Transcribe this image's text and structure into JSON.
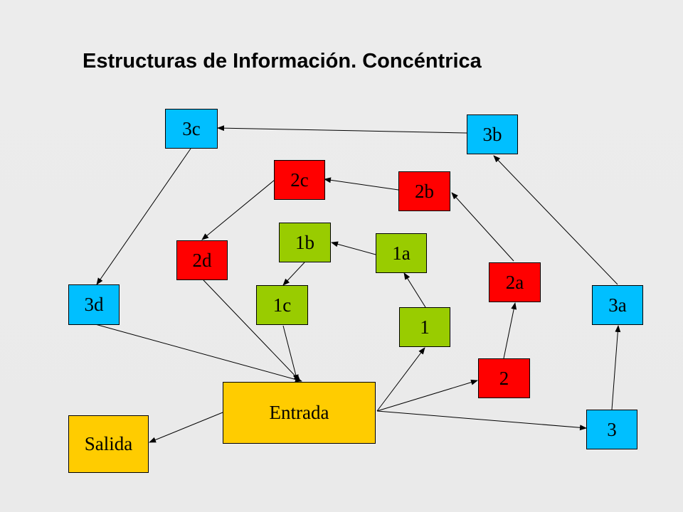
{
  "title": "Estructuras de Información. Concéntrica",
  "colors": {
    "blue": "#00bfff",
    "red": "#ff0000",
    "green": "#99cc00",
    "yellow": "#ffcc00",
    "arrow": "#000000"
  },
  "nodes": {
    "entrada": {
      "label": "Entrada",
      "color": "yellow"
    },
    "salida": {
      "label": "Salida",
      "color": "yellow"
    },
    "n1": {
      "label": "1",
      "color": "green"
    },
    "n1a": {
      "label": "1a",
      "color": "green"
    },
    "n1b": {
      "label": "1b",
      "color": "green"
    },
    "n1c": {
      "label": "1c",
      "color": "green"
    },
    "n2": {
      "label": "2",
      "color": "red"
    },
    "n2a": {
      "label": "2a",
      "color": "red"
    },
    "n2b": {
      "label": "2b",
      "color": "red"
    },
    "n2c": {
      "label": "2c",
      "color": "red"
    },
    "n2d": {
      "label": "2d",
      "color": "red"
    },
    "n3": {
      "label": "3",
      "color": "blue"
    },
    "n3a": {
      "label": "3a",
      "color": "blue"
    },
    "n3b": {
      "label": "3b",
      "color": "blue"
    },
    "n3c": {
      "label": "3c",
      "color": "blue"
    },
    "n3d": {
      "label": "3d",
      "color": "blue"
    }
  },
  "edges": [
    {
      "from": "entrada",
      "to": "n1"
    },
    {
      "from": "n1",
      "to": "n1a"
    },
    {
      "from": "n1a",
      "to": "n1b"
    },
    {
      "from": "n1b",
      "to": "n1c"
    },
    {
      "from": "n1c",
      "to": "entrada"
    },
    {
      "from": "entrada",
      "to": "n2"
    },
    {
      "from": "n2",
      "to": "n2a"
    },
    {
      "from": "n2a",
      "to": "n2b"
    },
    {
      "from": "n2b",
      "to": "n2c"
    },
    {
      "from": "n2c",
      "to": "n2d"
    },
    {
      "from": "n2d",
      "to": "entrada"
    },
    {
      "from": "entrada",
      "to": "n3"
    },
    {
      "from": "n3",
      "to": "n3a"
    },
    {
      "from": "n3a",
      "to": "n3b"
    },
    {
      "from": "n3b",
      "to": "n3c"
    },
    {
      "from": "n3c",
      "to": "n3d"
    },
    {
      "from": "n3d",
      "to": "entrada"
    },
    {
      "from": "entrada",
      "to": "salida"
    }
  ]
}
